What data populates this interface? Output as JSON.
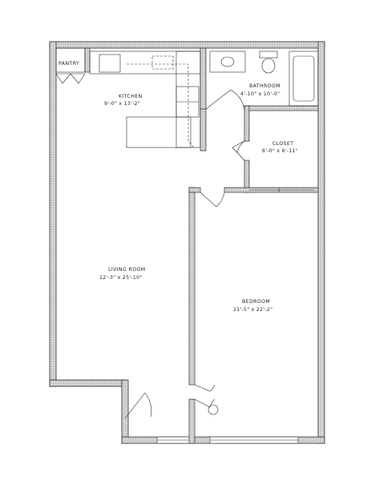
{
  "rooms": {
    "pantry": {
      "name": "PANTRY"
    },
    "kitchen": {
      "name": "KITCHEN",
      "dims": "9'-0\" x 13'-2\""
    },
    "bathroom": {
      "name": "BATHROOM",
      "dims": "4'-10\" x 10'-0\""
    },
    "closet": {
      "name": "CLOSET",
      "dims": "6'-0\" x 6'-11\""
    },
    "living_room": {
      "name": "LIVING ROOM",
      "dims": "12'-3\" x 25'-10\""
    },
    "bedroom": {
      "name": "BEDROOM",
      "dims": "11'-5\" x 22'-2\""
    }
  },
  "colors": {
    "wall_fill": "#cfcfcf",
    "line": "#2a2a2a",
    "fixture": "#444444",
    "background": "#ffffff"
  }
}
